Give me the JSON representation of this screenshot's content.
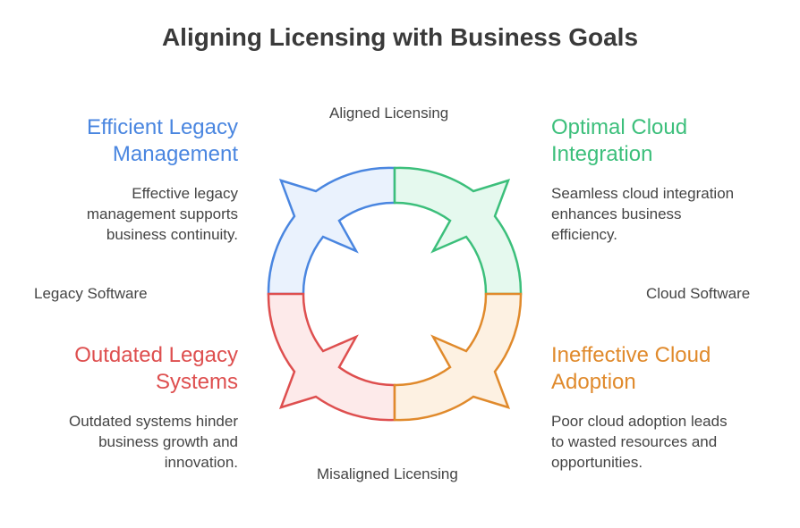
{
  "title": "Aligning Licensing with Business Goals",
  "axes": {
    "top": "Aligned Licensing",
    "bottom": "Misaligned Licensing",
    "left": "Legacy Software",
    "right": "Cloud Software"
  },
  "quadrants": [
    {
      "heading_line1": "Efficient Legacy",
      "heading_line2": "Management",
      "desc_line1": "Effective legacy",
      "desc_line2": "management supports",
      "desc_line3": "business continuity.",
      "color": "#4a86e0",
      "fill": "#eaf2fd"
    },
    {
      "heading_line1": "Optimal Cloud",
      "heading_line2": "Integration",
      "desc_line1": "Seamless cloud integration",
      "desc_line2": "enhances business",
      "desc_line3": "efficiency.",
      "color": "#3cbf7b",
      "fill": "#e5f9ee"
    },
    {
      "heading_line1": "Outdated Legacy",
      "heading_line2": "Systems",
      "desc_line1": "Outdated systems hinder",
      "desc_line2": "business growth and",
      "desc_line3": "innovation.",
      "color": "#de4f4f",
      "fill": "#fdeaea"
    },
    {
      "heading_line1": "Ineffective Cloud",
      "heading_line2": "Adoption",
      "desc_line1": "Poor cloud adoption leads",
      "desc_line2": "to wasted resources and",
      "desc_line3": "opportunities.",
      "color": "#e08a2c",
      "fill": "#fdf1e2"
    }
  ]
}
